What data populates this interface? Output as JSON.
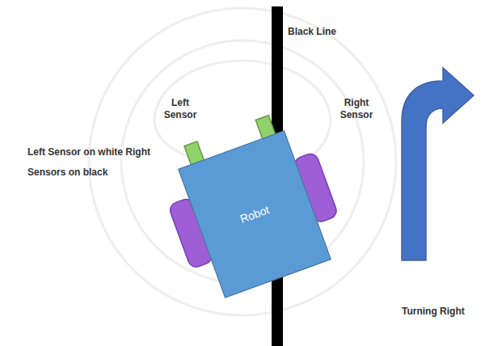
{
  "diagram": {
    "nodes": [
      {
        "text": [
          "Robot"
        ]
      }
    ],
    "labels": [
      "Black Line",
      "Left Sensor",
      "Right Sensor",
      "Left Sensor on white Right Sensors on black",
      "Turning Right"
    ]
  }
}
